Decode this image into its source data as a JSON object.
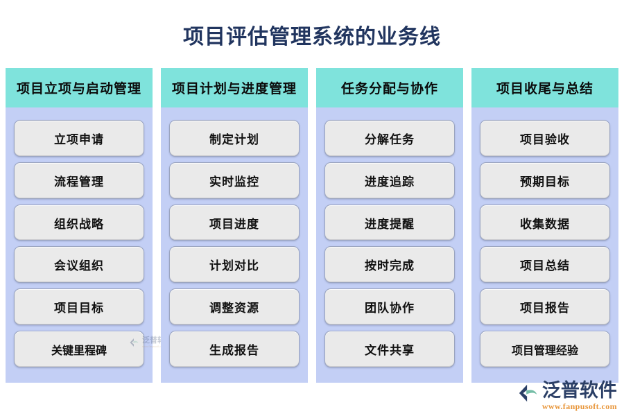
{
  "title": "项目评估管理系统的业务线",
  "theme": {
    "page_background": "#ffffff",
    "title_color": "#21355f",
    "header_teal": "#7fe3dc",
    "column_body_blue": "#c3cff5",
    "item_gray": "#eaeaea",
    "item_border": "#9aa4bf",
    "item_text": "#111111",
    "brand_navy": "#2b3f66",
    "brand_orange": "#e8963a"
  },
  "columns": [
    {
      "header": "项目立项与启动管理",
      "items": [
        "立项申请",
        "流程管理",
        "组织战略",
        "会议组织",
        "项目目标",
        "关键里程碑"
      ]
    },
    {
      "header": "项目计划与进度管理",
      "items": [
        "制定计划",
        "实时监控",
        "项目进度",
        "计划对比",
        "调整资源",
        "生成报告"
      ]
    },
    {
      "header": "任务分配与协作",
      "items": [
        "分解任务",
        "进度追踪",
        "进度提醒",
        "按时完成",
        "团队协作",
        "文件共享"
      ]
    },
    {
      "header": "项目收尾与总结",
      "items": [
        "项目验收",
        "预期目标",
        "收集数据",
        "项目总结",
        "项目报告",
        "项目管理经验"
      ]
    }
  ],
  "watermark": {
    "name": "泛普软件",
    "url": "www.fanpusoft.com"
  },
  "brand": {
    "name": "泛普软件",
    "url": "www.fanpusoft.com"
  }
}
